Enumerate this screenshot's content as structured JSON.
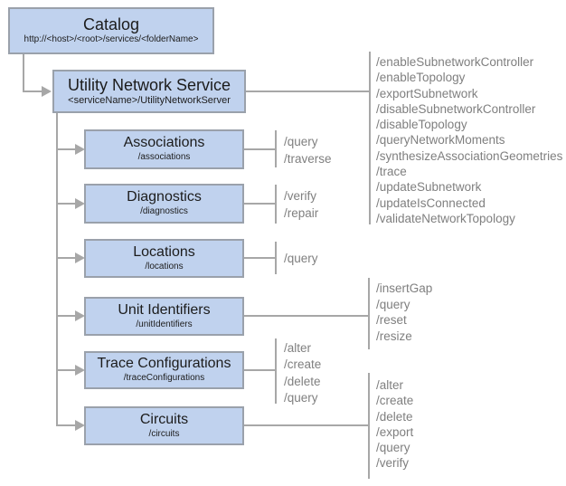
{
  "diagram": {
    "title_hint": "Utility Network Service REST resource hierarchy",
    "colors": {
      "box_fill": "#c0d2ee",
      "box_border": "#9aa1ab",
      "connector": "#a7a7a7",
      "operation_text": "#7f7f7f",
      "node_text": "#1c1c1c"
    },
    "nodes": {
      "catalog": {
        "title": "Catalog",
        "subtitle": "http://<host>/<root>/services/<folderName>"
      },
      "utility_network_service": {
        "title": "Utility Network Service",
        "subtitle": "<serviceName>/UtilityNetworkServer"
      },
      "associations": {
        "title": "Associations",
        "subtitle": "/associations"
      },
      "diagnostics": {
        "title": "Diagnostics",
        "subtitle": "/diagnostics"
      },
      "locations": {
        "title": "Locations",
        "subtitle": "/locations"
      },
      "unit_identifiers": {
        "title": "Unit Identifiers",
        "subtitle": "/unitIdentifiers"
      },
      "trace_configurations": {
        "title": "Trace Configurations",
        "subtitle": "/traceConfigurations"
      },
      "circuits": {
        "title": "Circuits",
        "subtitle": "/circuits"
      }
    },
    "operations": {
      "utility_network_service": [
        "/enableSubnetworkController",
        "/enableTopology",
        "/exportSubnetwork",
        "/disableSubnetworkController",
        "/disableTopology",
        "/queryNetworkMoments",
        "/synthesizeAssociationGeometries",
        "/trace",
        "/updateSubnetwork",
        "/updateIsConnected",
        "/validateNetworkTopology"
      ],
      "associations": [
        "/query",
        "/traverse"
      ],
      "diagnostics": [
        "/verify",
        "/repair"
      ],
      "locations": [
        "/query"
      ],
      "unit_identifiers": [
        "/insertGap",
        "/query",
        "/reset",
        "/resize"
      ],
      "trace_configurations": [
        "/alter",
        "/create",
        "/delete",
        "/query"
      ],
      "circuits": [
        "/alter",
        "/create",
        "/delete",
        "/export",
        "/query",
        "/verify"
      ]
    }
  }
}
